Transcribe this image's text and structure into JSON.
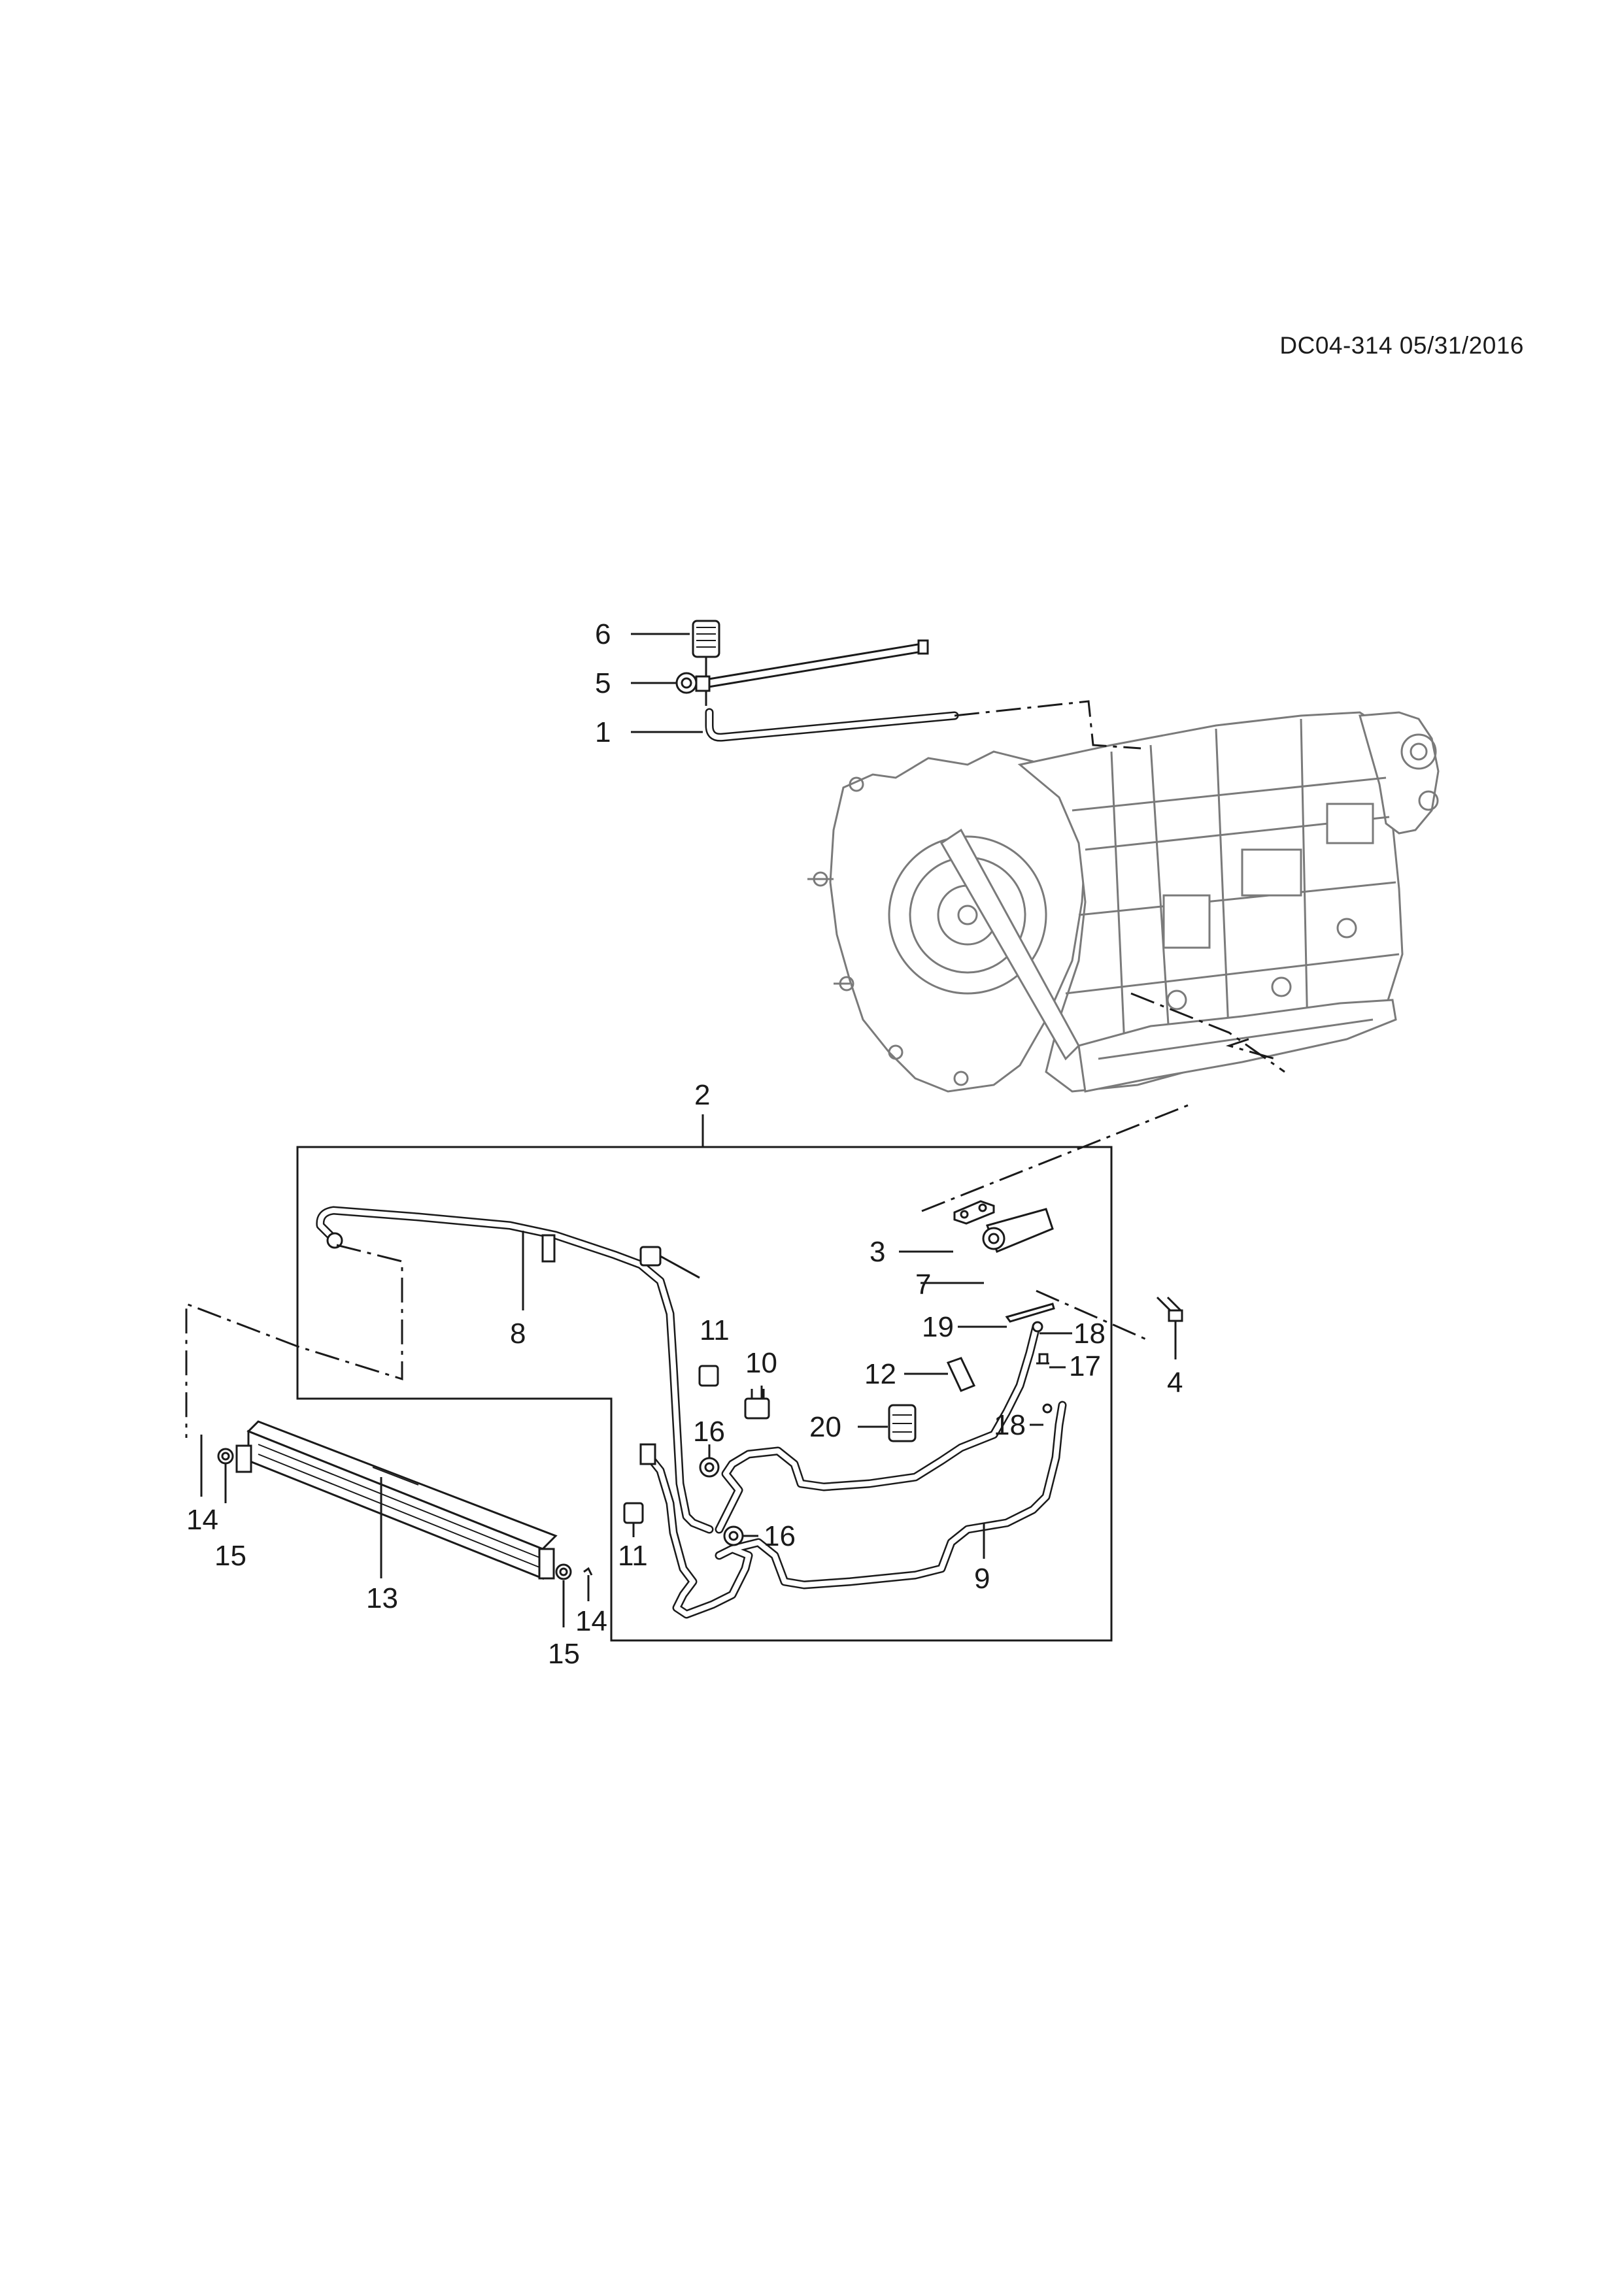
{
  "document_ref": "DC04-314 05/31/2016",
  "callouts": {
    "c1": "1",
    "c2": "2",
    "c3": "3",
    "c4": "4",
    "c5": "5",
    "c6": "6",
    "c7": "7",
    "c8": "8",
    "c9": "9",
    "c10": "10",
    "c11a": "11",
    "c11b": "11",
    "c12": "12",
    "c13": "13",
    "c14a": "14",
    "c14b": "14",
    "c15a": "15",
    "c15b": "15",
    "c16a": "16",
    "c16b": "16",
    "c17": "17",
    "c18a": "18",
    "c18b": "18",
    "c19": "19",
    "c20": "20"
  },
  "icons": [
    "transmission-assembly",
    "oil-cooler",
    "cooler-pipe",
    "hose-clamp",
    "bolt",
    "clip",
    "dipstick",
    "bracket"
  ]
}
